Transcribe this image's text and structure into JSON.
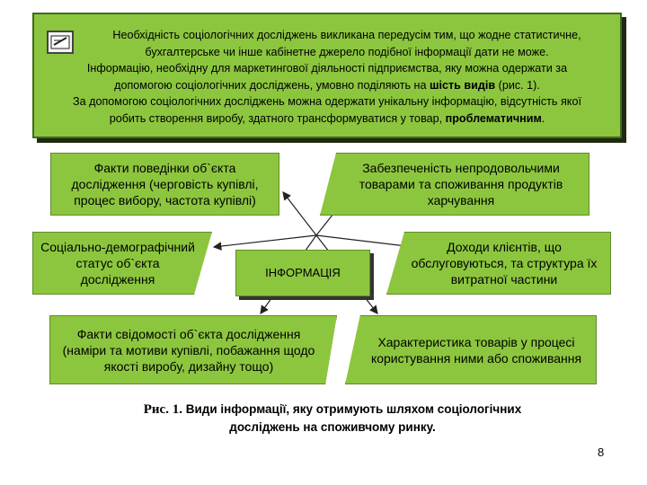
{
  "intro": {
    "line1": "Необхідність соціологічних досліджень викликана передусім тим, що жодне статистичне,",
    "line2": "бухгалтерське чи інше кабінетне джерело подібної інформації дати не може.",
    "line3": "Інформацію, необхідну для маркетингової діяльності підприємства, яку можна одержати за",
    "line4_a": "допомогою соціологічних досліджень, умовно поділяють на ",
    "line4_bold": "шість видів",
    "line4_b": " (рис. 1).",
    "line5": "За допомогою соціологічних досліджень можна одержати унікальну інформацію, відсутність якої",
    "line6_a": "робить створення виробу, здатного трансформуватися у товар, ",
    "line6_bold": "проблематичним",
    "line6_b": "."
  },
  "diagram": {
    "center": "ІНФОРМАЦІЯ",
    "top_left": "Факти поведінки об`єкта дослідження (черговість купівлі, процес вибору, частота купівлі)",
    "top_right": "Забезпеченість непродовольчими товарами та споживання продуктів харчування",
    "mid_left": "Соціально-демографічний статус об`єкта дослідження",
    "mid_right": "Доходи клієнтів, що обслуговуються, та структура їх витратної частини",
    "bottom_left": "Факти свідомості об`єкта дослідження (наміри та мотиви купівлі, побажання щодо якості виробу, дизайну тощо)",
    "bottom_right": "Характеристика товарів у процесі користування ними або споживання"
  },
  "caption": {
    "lead": "Рис. 1.",
    "text_line1": " Види інформації, яку отримують шляхом соціологічних",
    "text_line2": "досліджень на споживчому ринку."
  },
  "page_number": "8",
  "colors": {
    "box_green": "#8cc63e",
    "border_green": "#3f6b1e"
  }
}
